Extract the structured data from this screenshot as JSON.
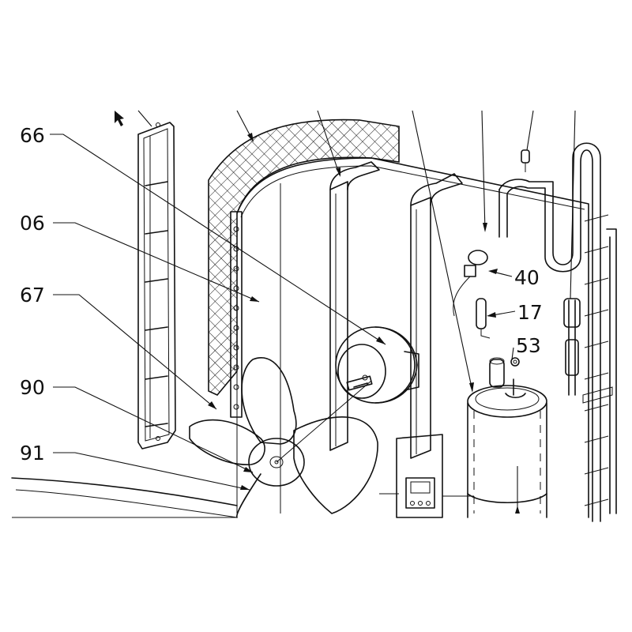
{
  "diagram": {
    "colors": {
      "line": "#111111",
      "background": "#ffffff",
      "mesh": "#111111"
    },
    "callouts": [
      {
        "id": "66",
        "text": "66"
      },
      {
        "id": "06",
        "text": "06"
      },
      {
        "id": "67",
        "text": "67"
      },
      {
        "id": "90",
        "text": "90"
      },
      {
        "id": "91",
        "text": "91"
      },
      {
        "id": "40",
        "text": "40"
      },
      {
        "id": "17",
        "text": "17"
      },
      {
        "id": "53",
        "text": "53"
      }
    ],
    "cursor_icon": "mouse-pointer-icon"
  }
}
